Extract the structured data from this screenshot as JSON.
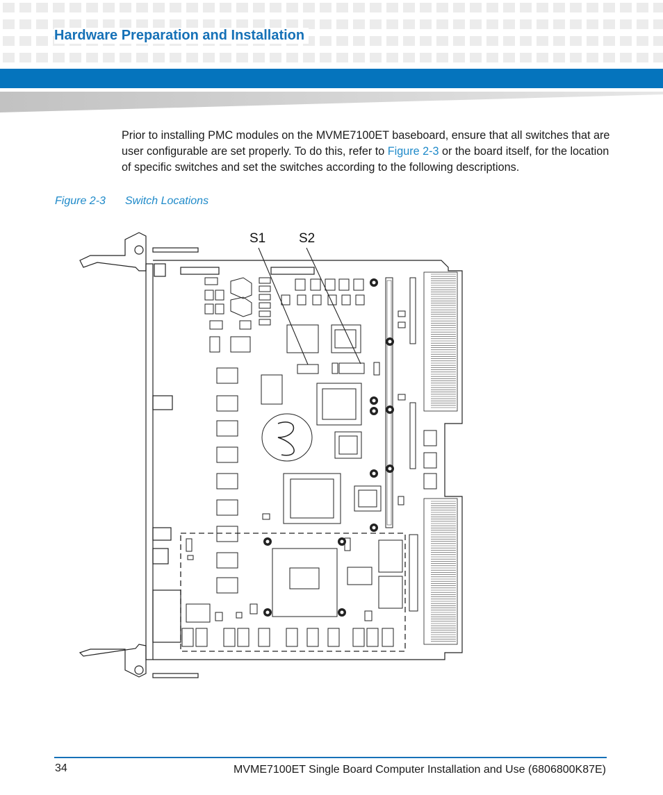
{
  "header": {
    "title": "Hardware Preparation and Installation"
  },
  "intro": {
    "text_before_link": "Prior to installing PMC modules on the MVME7100ET baseboard, ensure that all switches that are user configurable are set properly. To do this, refer to ",
    "link": "Figure 2-3",
    "text_after_link": " or the board itself, for the location of specific switches and set the switches according to the following descriptions."
  },
  "figure": {
    "number": "Figure 2-3",
    "title": "Switch Locations",
    "labels": {
      "s1": "S1",
      "s2": "S2"
    }
  },
  "footer": {
    "page_number": "34",
    "doc_title": "MVME7100ET Single Board Computer Installation and Use (6806800K87E)"
  },
  "colors": {
    "accent": "#0574bd",
    "heading": "#1671b7",
    "link": "#1f8ac9"
  }
}
